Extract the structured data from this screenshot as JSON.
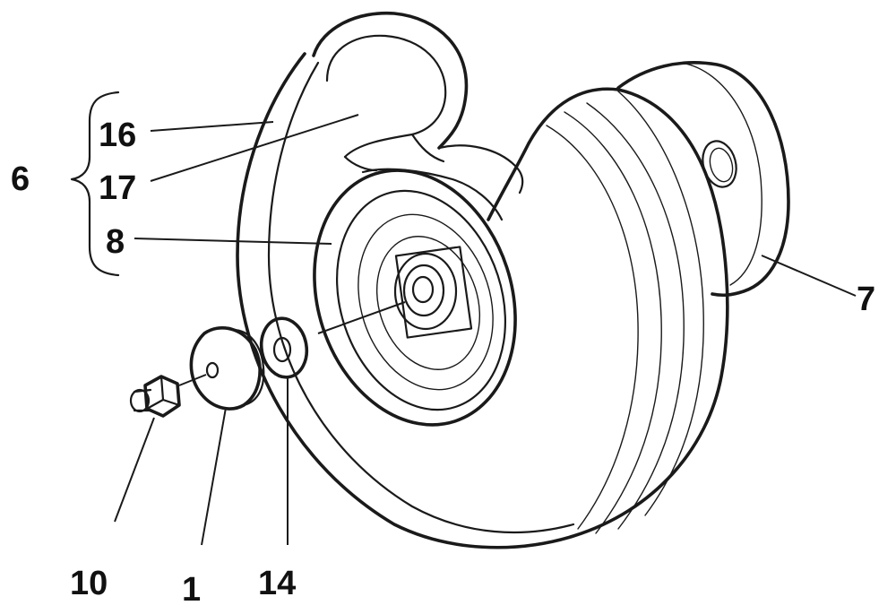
{
  "labels": {
    "group": "6",
    "part_16": "16",
    "part_17": "17",
    "part_8": "8",
    "part_7": "7",
    "part_10": "10",
    "part_1": "1",
    "part_14": "14"
  },
  "colors": {
    "ink": "#1a1a1a",
    "paper": "#ffffff"
  }
}
